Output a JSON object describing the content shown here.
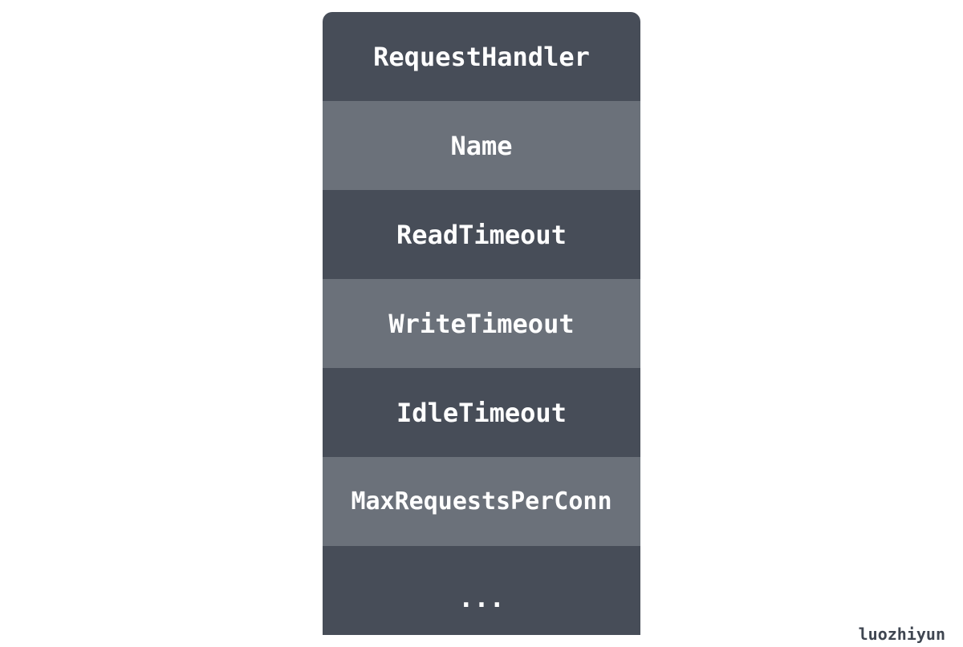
{
  "struct": {
    "title": "RequestHandler",
    "fields": [
      "Name",
      "ReadTimeout",
      "WriteTimeout",
      "IdleTimeout",
      "MaxRequestsPerConn",
      "..."
    ]
  },
  "watermark": "luozhiyun",
  "colors": {
    "dark": "#474d58",
    "light": "#6b717a",
    "text": "#ffffff"
  }
}
